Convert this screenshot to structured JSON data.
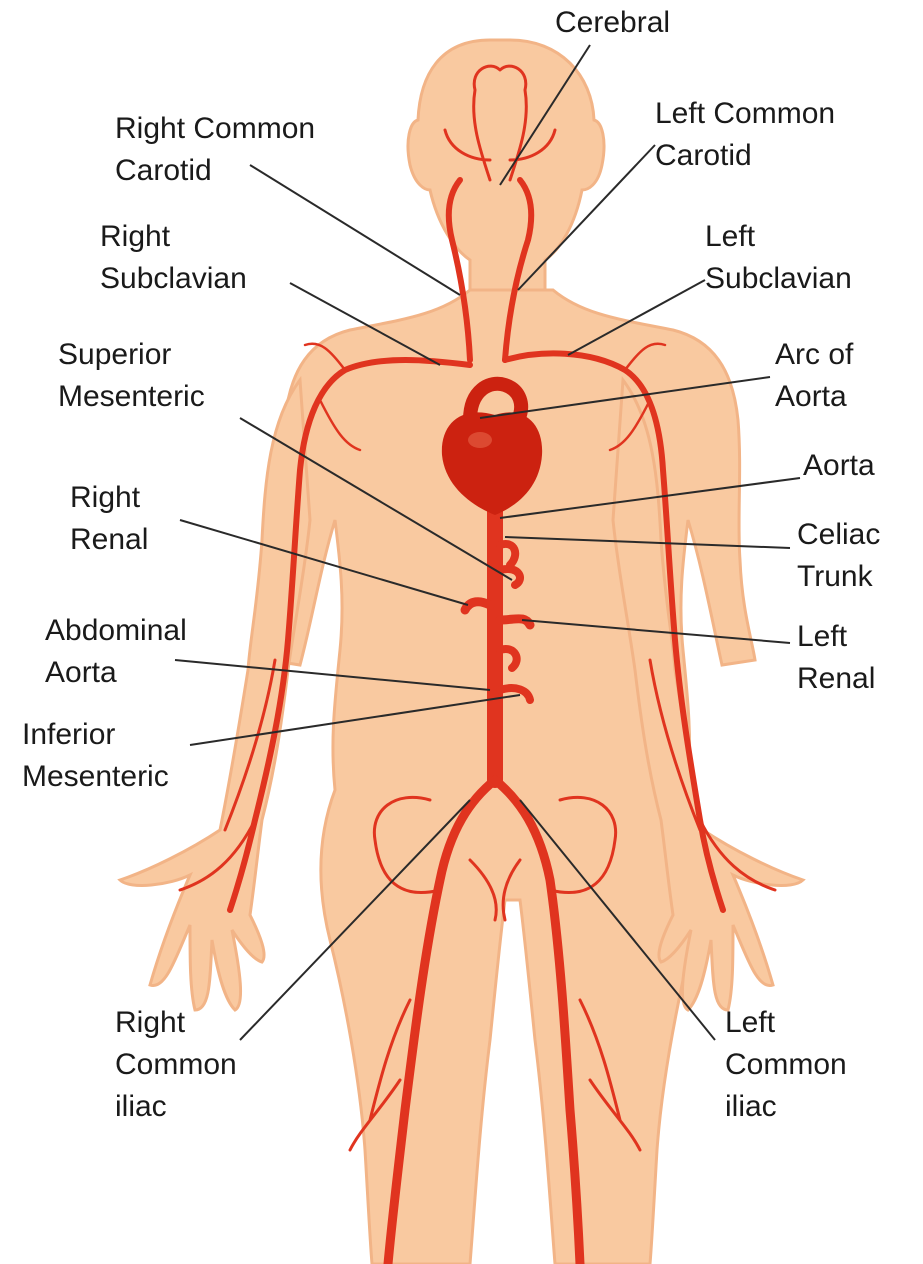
{
  "diagram": {
    "colors": {
      "skin": "#f9c9a0",
      "skin_shade": "#f2b487",
      "artery": "#e0341f",
      "heart": "#cc2210",
      "leader": "#2a2a2a",
      "background": "#ffffff"
    },
    "labels": {
      "cerebral": "Cerebral",
      "right_common_carotid": "Right Common\nCarotid",
      "left_common_carotid": "Left Common\nCarotid",
      "right_subclavian": "Right\nSubclavian",
      "left_subclavian": "Left\nSubclavian",
      "superior_mesenteric": "Superior\nMesenteric",
      "arc_of_aorta": "Arc of\nAorta",
      "aorta": "Aorta",
      "right_renal": "Right\nRenal",
      "celiac_trunk": "Celiac\nTrunk",
      "abdominal_aorta": "Abdominal\nAorta",
      "left_renal": "Left\nRenal",
      "inferior_mesenteric": "Inferior\nMesenteric",
      "right_common_iliac": "Right\nCommon\niliac",
      "left_common_iliac": "Left\nCommon\niliac"
    }
  }
}
